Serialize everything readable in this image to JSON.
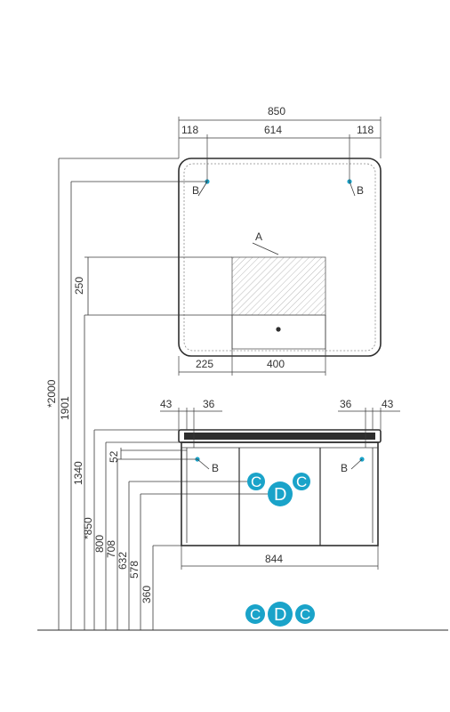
{
  "mirror": {
    "width_total": "850",
    "width_left": "118",
    "width_mid": "614",
    "width_right": "118",
    "panel_label": "A",
    "panel_height": "250",
    "panel_offset": "225",
    "panel_width": "400",
    "point_b_left": "B",
    "point_b_right": "B"
  },
  "cabinet": {
    "left_outer": "43",
    "left_inner": "36",
    "right_inner": "36",
    "right_outer": "43",
    "width": "844",
    "point_b_left": "B",
    "point_b_right": "B"
  },
  "heights": {
    "h2000": "*2000",
    "h1901": "1901",
    "h1340": "1340",
    "h850": "*850",
    "h800": "800",
    "h708": "708",
    "h632": "632",
    "h578": "578",
    "h360": "360",
    "h52": "52"
  },
  "badges": {
    "c": "C",
    "d": "D"
  },
  "colors": {
    "badge": "#1aa3c9",
    "point": "#1aa3c9",
    "line": "#3a3a3a"
  }
}
